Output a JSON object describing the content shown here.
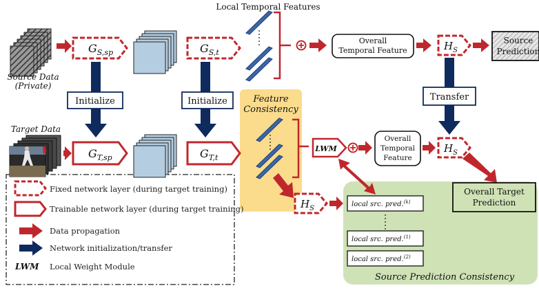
{
  "header": {
    "local_temporal_features": "Local Temporal Features"
  },
  "source": {
    "data_label_line1": "Source Data",
    "data_label_line2": "(Private)",
    "g_sp": "G",
    "g_sp_sub": "S,sp",
    "g_t": "G",
    "g_t_sub": "S,t",
    "overall_line1": "Overall",
    "overall_line2": "Temporal Feature",
    "h_s": "H",
    "h_s_sub": "S",
    "prediction_line1": "Source",
    "prediction_line2": "Prediction"
  },
  "links": {
    "initialize_1": "Initialize",
    "initialize_2": "Initialize",
    "transfer": "Transfer"
  },
  "target": {
    "data_label": "Target Data",
    "g_sp": "G",
    "g_sp_sub": "T,sp",
    "g_t": "G",
    "g_t_sub": "T,t",
    "lwm": "LWM",
    "overall_line1": "Overall",
    "overall_line2": "Temporal",
    "overall_line3": "Feature",
    "h_s": "H",
    "h_s_sub": "S",
    "h_s_local": "H",
    "h_s_local_sub": "S",
    "prediction_line1": "Overall Target",
    "prediction_line2": "Prediction"
  },
  "feature_consistency": {
    "line1": "Feature",
    "line2": "Consistency"
  },
  "source_prediction_consistency": {
    "title": "Source Prediction Consistency",
    "pred_k": "local src. pred.",
    "pred_k_sup": "(k)",
    "pred_1": "local src. pred.",
    "pred_1_sup": "(1)",
    "pred_2": "local src. pred.",
    "pred_2_sup": "(2)"
  },
  "legend": {
    "fixed": "Fixed network layer (during target training)",
    "trainable": "Trainable network layer (during target training)",
    "propagation": "Data propagation",
    "init_transfer": "Network initialization/transfer",
    "lwm_key": "LWM",
    "lwm_desc": "Local Weight Module"
  },
  "colors": {
    "red": "#c0272d",
    "navy": "#0f2a5c",
    "light_blue": "#b5cde0",
    "bar_blue": "#3b66a8",
    "orange_fill": "#fbdc8c",
    "green_fill": "#cfe2b6"
  }
}
